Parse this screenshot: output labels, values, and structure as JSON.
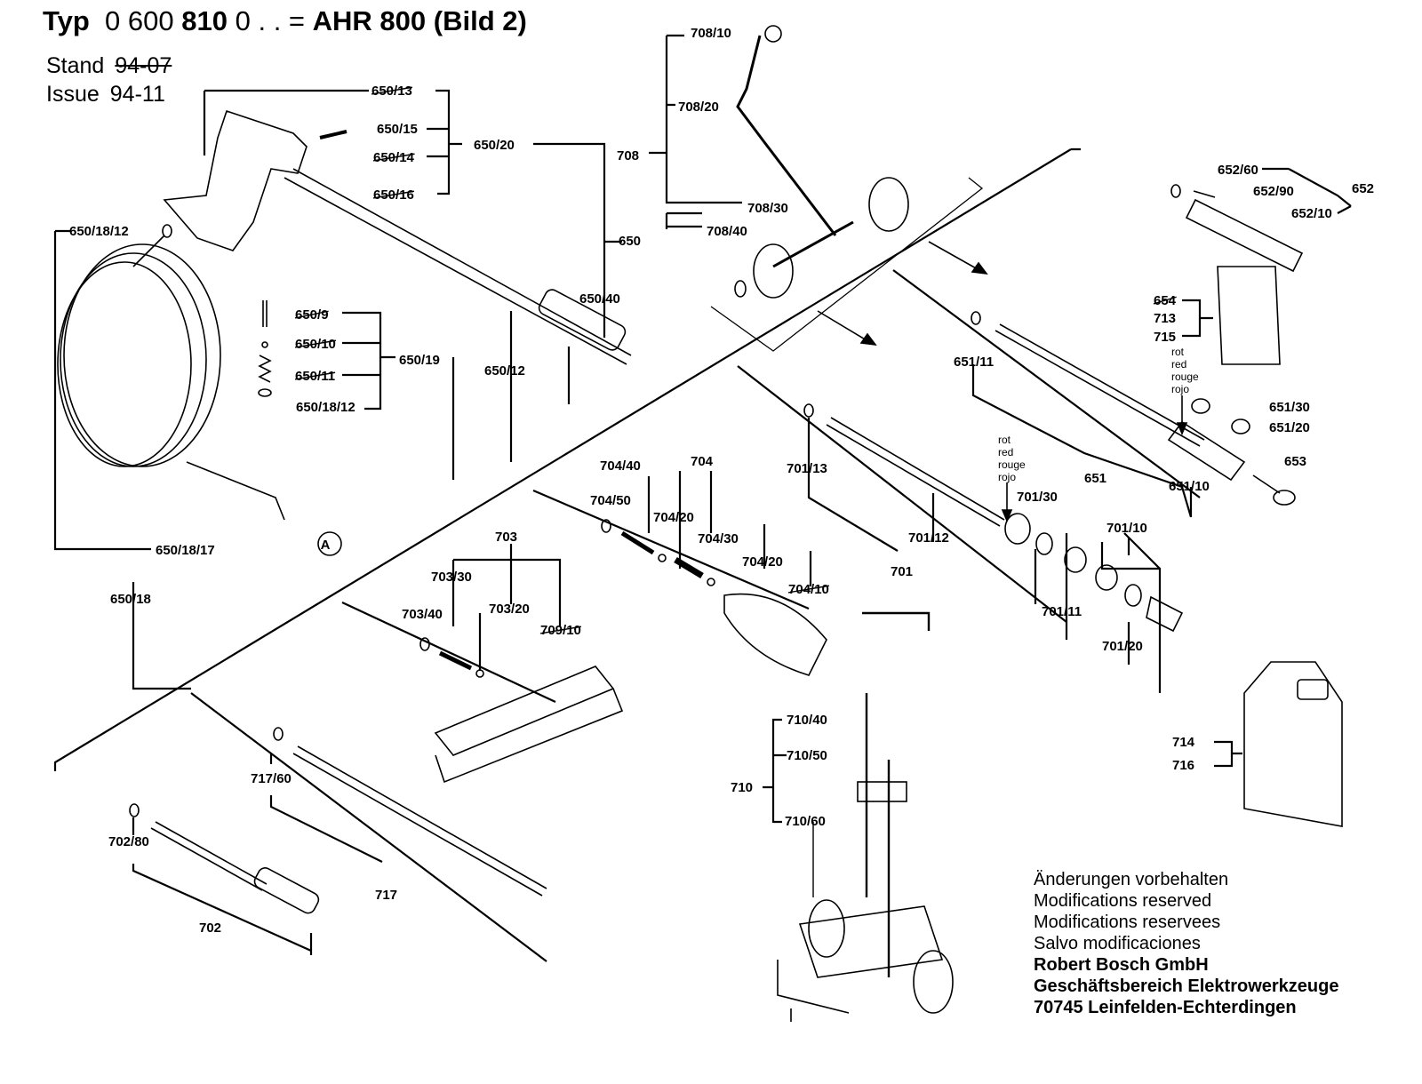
{
  "header": {
    "typ_label": "Typ",
    "typ_number_a": "0 600",
    "typ_number_b": "810",
    "typ_number_c": "0 . . =",
    "model": "AHR 800 (Bild 2)",
    "stand_label": "Stand",
    "stand_value": "94-07",
    "issue_label": "Issue",
    "issue_value": "94-11"
  },
  "parts": {
    "p650_13": "650/13",
    "p650_15": "650/15",
    "p650_14": "650/14",
    "p650_16": "650/16",
    "p650_20": "650/20",
    "p650": "650",
    "p650_40": "650/40",
    "p650_12": "650/12",
    "p650_18_12a": "650/18/12",
    "p650_9": "650/9",
    "p650_10": "650/10",
    "p650_11": "650/11",
    "p650_18_12b": "650/18/12",
    "p650_19": "650/19",
    "p650_18_17": "650/18/17",
    "p650_18": "650/18",
    "marker_a": "A",
    "p708_10": "708/10",
    "p708_20": "708/20",
    "p708": "708",
    "p708_30": "708/30",
    "p708_40": "708/40",
    "p652_60": "652/60",
    "p652_90": "652/90",
    "p652": "652",
    "p652_10": "652/10",
    "p654": "654",
    "p713": "713",
    "p715": "715",
    "p651_11": "651/11",
    "p651_30": "651/30",
    "p651_20": "651/20",
    "p651": "651",
    "p651_10": "651/10",
    "p653": "653",
    "p701_13": "701/13",
    "p701_30": "701/30",
    "p701_10": "701/10",
    "p701_12": "701/12",
    "p701": "701",
    "p701_11": "701/11",
    "p701_20": "701/20",
    "p704_40": "704/40",
    "p704": "704",
    "p704_50": "704/50",
    "p704_20a": "704/20",
    "p704_30": "704/30",
    "p704_20b": "704/20",
    "p704_10": "704/10",
    "p703": "703",
    "p703_30": "703/30",
    "p703_40": "703/40",
    "p703_20": "703/20",
    "p709_10": "709/10",
    "p710_40": "710/40",
    "p710_50": "710/50",
    "p710": "710",
    "p710_60": "710/60",
    "p714": "714",
    "p716": "716",
    "p717_60": "717/60",
    "p717": "717",
    "p702_80": "702/80",
    "p702": "702"
  },
  "color_notes": {
    "a": [
      "rot",
      "red",
      "rouge",
      "rojo"
    ],
    "b": [
      "rot",
      "red",
      "rouge",
      "rojo"
    ]
  },
  "footer": {
    "line1": "Änderungen vorbehalten",
    "line2": "Modifications reserved",
    "line3": "Modifications reservees",
    "line4": "Salvo modificaciones",
    "company": "Robert Bosch GmbH",
    "division": "Geschäftsbereich Elektrowerkzeuge",
    "address": "70745 Leinfelden-Echterdingen"
  },
  "colors": {
    "ink": "#000000",
    "paper": "#ffffff"
  }
}
